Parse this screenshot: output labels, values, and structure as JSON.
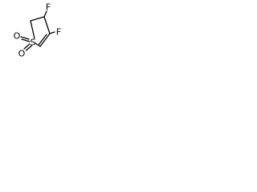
{
  "molecule": {
    "atoms": {
      "fluorine_top": "F",
      "fluorine_right": "F",
      "sulfur": "S",
      "oxygen_upper": "O",
      "oxygen_lower": "O"
    },
    "colors": {
      "bond": "#000000",
      "atom_label": "#000000",
      "background": "#ffffff"
    }
  }
}
